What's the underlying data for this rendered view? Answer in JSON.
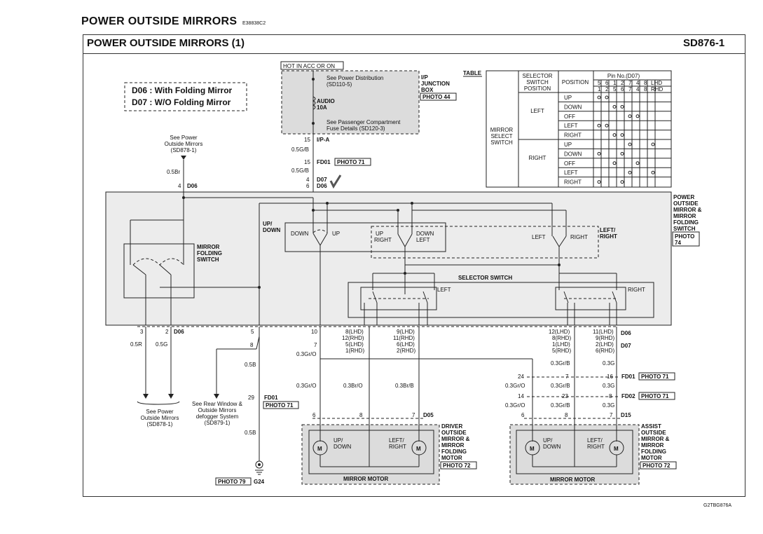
{
  "header": {
    "title": "POWER OUTSIDE MIRRORS",
    "code": "E38838C2"
  },
  "diagram": {
    "title": "POWER OUTSIDE MIRRORS (1)",
    "sheet": "SD876-1"
  },
  "legend": {
    "d06": "D06 : With Folding Mirror",
    "d07": "D07 : W/O Folding Mirror"
  },
  "fuse_box": {
    "hot": "HOT IN ACC OR ON",
    "ref_top": "See Power Distribution",
    "ref_top2": "(SD110-5)",
    "fuse_name": "AUDIO",
    "fuse_amp": "10A",
    "ref_bottom": "See Passenger Compartment",
    "ref_bottom2": "Fuse Details (SD120-3)",
    "label1": "I/P",
    "label2": "JUNCTION",
    "label3": "BOX",
    "photo": "PHOTO 44"
  },
  "wires": {
    "ipa_pin": "15",
    "ipa": "I/P-A",
    "w_05gb": "0.5G/B",
    "fd01_pin": "15",
    "fd01": "FD01",
    "photo71": "PHOTO 71",
    "w_05gb2": "0.5G/B",
    "d07_pin": "4",
    "d07": "D07",
    "d06_pin": "6",
    "d06": "D06",
    "left_ref1": "See Power",
    "left_ref2": "Outside Mirrors",
    "left_ref3": "(SD878-1)",
    "w_05br": "0.5Br",
    "pin4": "4",
    "d06_left": "D06"
  },
  "table": {
    "title": "TABLE",
    "col_selector": [
      "SELECTOR",
      "SWITCH",
      "POSITION"
    ],
    "col_position": "POSITION",
    "pin_no": "Pin No.(D07)",
    "lhd_pins": [
      "5",
      "6",
      "1",
      "2",
      "7",
      "4",
      "8"
    ],
    "rhd_pins": [
      "1",
      "2",
      "5",
      "6",
      "7",
      "4",
      "8"
    ],
    "lhd": "LHD",
    "rhd": "RHD",
    "group_label": [
      "MIRROR",
      "SELECT",
      "SWITCH"
    ],
    "left": "LEFT",
    "right": "RIGHT",
    "positions": [
      "UP",
      "DOWN",
      "OFF",
      "LEFT",
      "RIGHT"
    ]
  },
  "switch_labels": {
    "folding_switch": [
      "MIRROR",
      "FOLDING",
      "SWITCH"
    ],
    "updown": [
      "UP/",
      "DOWN"
    ],
    "down": "DOWN",
    "up": "UP",
    "up_right": [
      "UP",
      "RIGHT"
    ],
    "down_left": [
      "DOWN",
      "LEFT"
    ],
    "left": "LEFT",
    "right": "RIGHT",
    "leftright": [
      "LEFT/",
      "RIGHT"
    ],
    "selector": "SELECTOR SWITCH",
    "sel_left": "LEFT",
    "sel_right": "RIGHT",
    "side": [
      "POWER",
      "OUTSIDE",
      "MIRROR &",
      "MIRROR",
      "FOLDING",
      "SWITCH"
    ],
    "side_photo": [
      "PHOTO",
      "74"
    ]
  },
  "connectors_bottom": {
    "p3": "3",
    "p2": "2",
    "d06": "D06",
    "w_05r": "0.5R",
    "w_05g": "0.5G",
    "p5": "5",
    "p8": "8",
    "w_05b": "0.5B",
    "p10": "10",
    "p7": "7",
    "w_03gro": "0.3Gr/O",
    "mid1": [
      "8(LHD)",
      "12(RHD)",
      "5(LHD)",
      "1(RHD)"
    ],
    "mid2": [
      "9(LHD)",
      "11(RHD)",
      "6(LHD)",
      "2(RHD)"
    ],
    "right1": [
      "12(LHD)",
      "8(RHD)",
      "1(LHD)",
      "5(RHD)"
    ],
    "right2": [
      "11(LHD)",
      "9(RHD)",
      "2(LHD)",
      "6(RHD)"
    ],
    "d06r": "D06",
    "d07r": "D07",
    "ref_mirrors": [
      "See Power",
      "Outside Mirrors",
      "(SD878-1)"
    ],
    "ref_rear": [
      "See Rear Window &",
      "Outside Mirrors",
      "defogger System",
      "(SD879-1)"
    ],
    "w_03grb": "0.3Gr/B",
    "w_03g": "0.3G",
    "c24": "24",
    "c7": "7",
    "c16": "16",
    "fd01": "FD01",
    "photo71": "PHOTO 71",
    "c14": "14",
    "c23": "23",
    "c8": "8",
    "fd02": "FD02",
    "photo71b": "PHOTO 71",
    "w_03gro_l": "0.3Gr/O",
    "w_03bro": "0.3Br/O",
    "w_03brb": "0.3Br/B",
    "p29": "29",
    "fd01b": "FD01",
    "photo71c": "PHOTO 71",
    "w_05b2": "0.5B",
    "photo79": "PHOTO 79",
    "g24": "G24",
    "d6": "6",
    "d8": "8",
    "d7": "7",
    "d05": "D05",
    "a6": "6",
    "a8": "8",
    "a7": "7",
    "d15": "D15",
    "w_03gro_r": "0.3Gr/O",
    "w_03grb_r": "0.3Gr/B",
    "w_03g_r": "0.3G"
  },
  "motors": {
    "driver": {
      "label": [
        "DRIVER",
        "OUTSIDE",
        "MIRROR &",
        "MIRROR",
        "FOLDING",
        "MOTOR"
      ],
      "photo": "PHOTO 72",
      "updown": [
        "UP/",
        "DOWN"
      ],
      "leftright": [
        "LEFT/",
        "RIGHT"
      ],
      "name": "MIRROR MOTOR",
      "m": "M"
    },
    "assist": {
      "label": [
        "ASSIST",
        "OUTSIDE",
        "MIRROR &",
        "MIRROR",
        "FOLDING",
        "MOTOR"
      ],
      "photo": "PHOTO 72",
      "updown": [
        "UP/",
        "DOWN"
      ],
      "leftright": [
        "LEFT/",
        "RIGHT"
      ],
      "name": "MIRROR MOTOR",
      "m": "M"
    }
  },
  "footer": "G2TBG876A"
}
